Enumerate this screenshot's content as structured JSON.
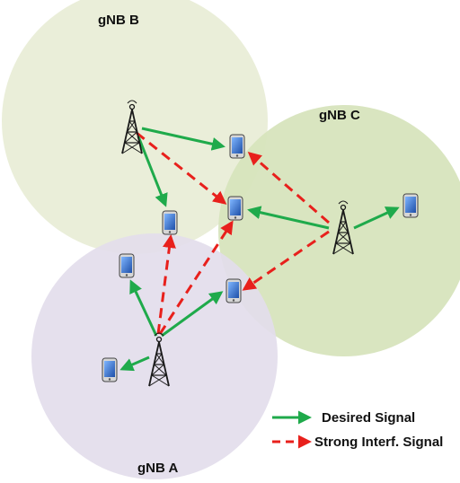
{
  "cells": [
    {
      "id": "gnb-b",
      "label": "gNB B",
      "color": "#e8edd6"
    },
    {
      "id": "gnb-c",
      "label": "gNB C",
      "color": "#d7e4bd"
    },
    {
      "id": "gnb-a",
      "label": "gNB A",
      "color": "#e3ddec"
    }
  ],
  "legend": {
    "desired_label": "Desired Signal",
    "interference_label": "Strong Interf. Signal"
  },
  "colors": {
    "desired": "#1faa4b",
    "interference": "#e8201c",
    "tower": "#1a1a1a",
    "device_screen": "#2a6fd6"
  },
  "icons": [
    "cell-tower-icon",
    "mobile-device-icon"
  ]
}
